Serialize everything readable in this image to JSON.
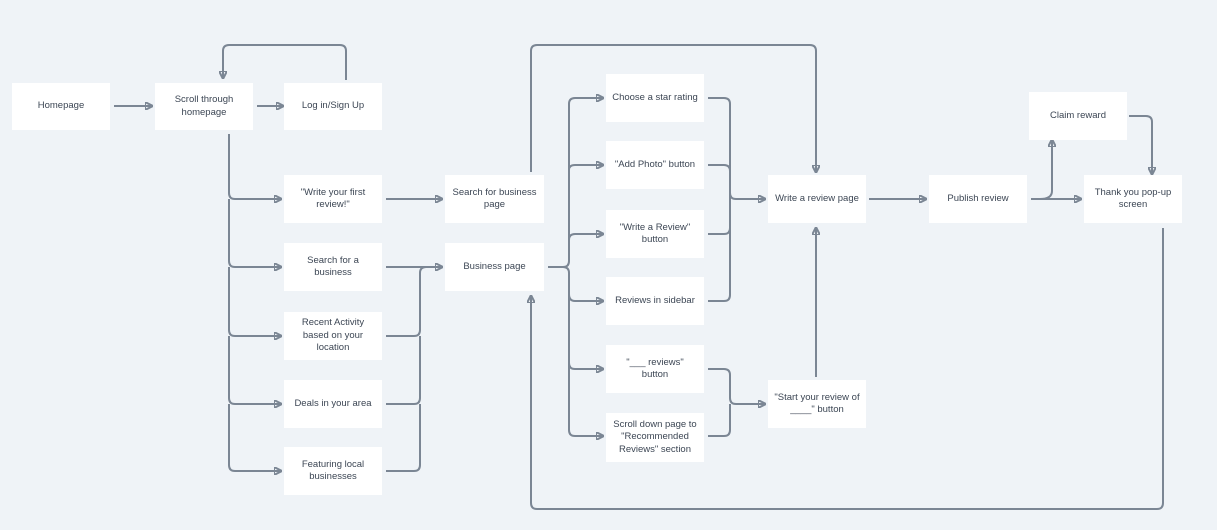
{
  "diagram": {
    "nodes": {
      "homepage": "Homepage",
      "scroll_homepage": "Scroll through homepage",
      "login_signup": "Log in/Sign Up",
      "write_first_review": "\"Write your first review!\"",
      "search_business": "Search for a business",
      "recent_activity": "Recent Activity based on your location",
      "deals_area": "Deals in your area",
      "featuring_local": "Featuring local businesses",
      "search_business_page": "Search for business page",
      "business_page": "Business page",
      "choose_star_rating": "Choose a star rating",
      "add_photo_button": "\"Add Photo\" button",
      "write_review_button": "\"Write a Review\" button",
      "reviews_sidebar": "Reviews in sidebar",
      "reviews_count_button": "\"___ reviews\" button",
      "scroll_recommended": "Scroll down page to \"Recommended Reviews\" section",
      "write_review_page": "Write a review page",
      "start_review_button": "\"Start your review of ____\" button",
      "publish_review": "Publish review",
      "claim_reward": "Claim reward",
      "thank_you_popup": "Thank you pop-up screen"
    }
  }
}
